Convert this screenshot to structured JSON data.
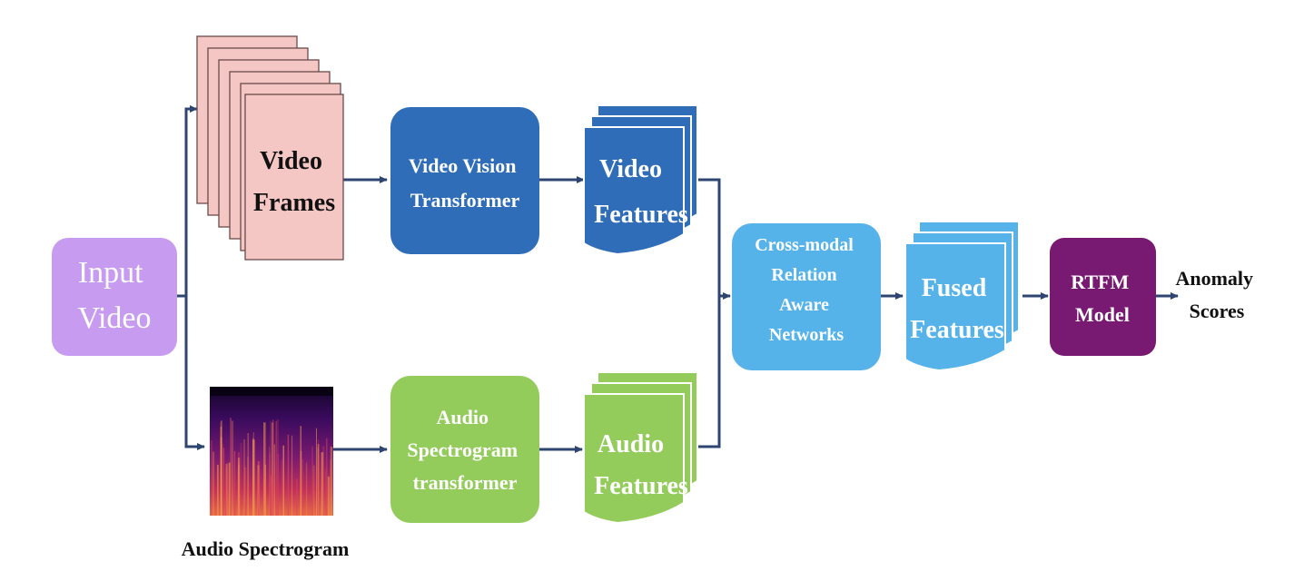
{
  "colors": {
    "input": "#c79cf0",
    "frames": "#f4c6c4",
    "vision": "#2f6db8",
    "video_features": "#2f6db8",
    "audio": "#94cc5c",
    "audio_features": "#94cc5c",
    "crossmodal": "#56b3ea",
    "fused": "#56b3ea",
    "rtfm": "#781a72",
    "arrow": "#2e4471"
  },
  "nodes": {
    "input_video": [
      "Input",
      "Video"
    ],
    "video_frames": [
      "Video",
      "Frames"
    ],
    "video_vision_transformer": [
      "Video Vision",
      "Transformer"
    ],
    "video_features": [
      "Video",
      "Features"
    ],
    "audio_spectrogram_transformer": [
      "Audio",
      "Spectrogram",
      "transformer"
    ],
    "audio_features": [
      "Audio",
      "Features"
    ],
    "cross_modal": [
      "Cross-modal",
      "Relation",
      "Aware",
      "Networks"
    ],
    "fused_features": [
      "Fused",
      "Features"
    ],
    "rtfm_model": [
      "RTFM",
      "Model"
    ],
    "anomaly_scores": [
      "Anomaly",
      "Scores"
    ]
  },
  "captions": {
    "audio_spectrogram": "Audio Spectrogram"
  }
}
